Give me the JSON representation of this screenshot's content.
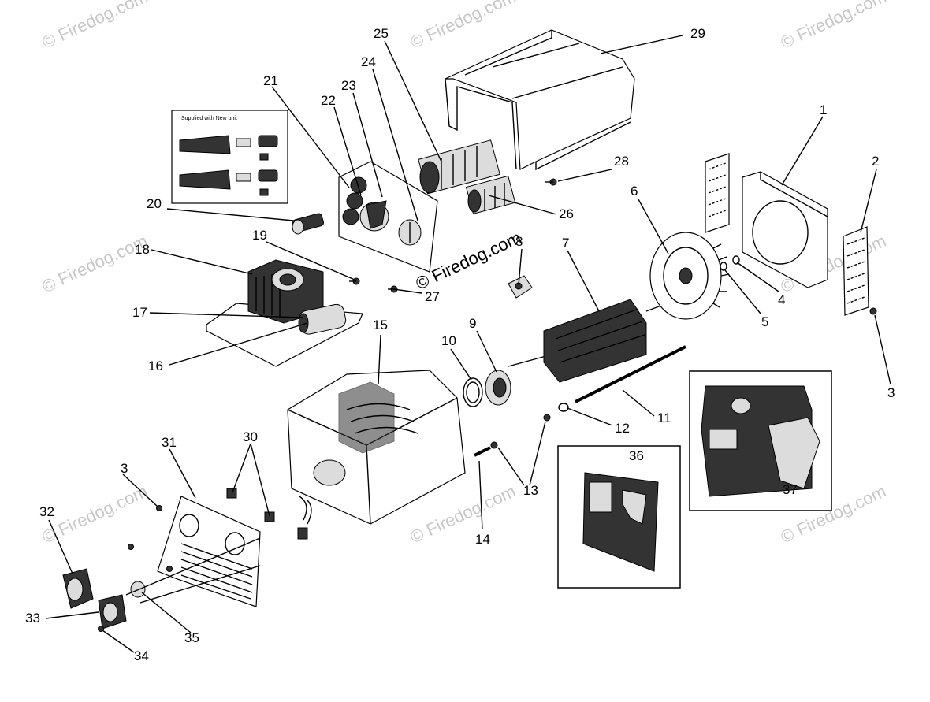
{
  "watermark": {
    "text": "© Firedog.com",
    "center_text": "© Firedog.com"
  },
  "supplied_box": {
    "title": "Supplied with New unit"
  },
  "callouts": [
    {
      "id": "c1",
      "label": "1"
    },
    {
      "id": "c2",
      "label": "2"
    },
    {
      "id": "c3a",
      "label": "3"
    },
    {
      "id": "c3b",
      "label": "3"
    },
    {
      "id": "c4",
      "label": "4"
    },
    {
      "id": "c5",
      "label": "5"
    },
    {
      "id": "c6",
      "label": "6"
    },
    {
      "id": "c7",
      "label": "7"
    },
    {
      "id": "c8",
      "label": "8"
    },
    {
      "id": "c9",
      "label": "9"
    },
    {
      "id": "c10",
      "label": "10"
    },
    {
      "id": "c11",
      "label": "11"
    },
    {
      "id": "c12",
      "label": "12"
    },
    {
      "id": "c13",
      "label": "13"
    },
    {
      "id": "c14",
      "label": "14"
    },
    {
      "id": "c15",
      "label": "15"
    },
    {
      "id": "c16",
      "label": "16"
    },
    {
      "id": "c17",
      "label": "17"
    },
    {
      "id": "c18",
      "label": "18"
    },
    {
      "id": "c19",
      "label": "19"
    },
    {
      "id": "c20",
      "label": "20"
    },
    {
      "id": "c21",
      "label": "21"
    },
    {
      "id": "c22",
      "label": "22"
    },
    {
      "id": "c23",
      "label": "23"
    },
    {
      "id": "c24",
      "label": "24"
    },
    {
      "id": "c25",
      "label": "25"
    },
    {
      "id": "c26",
      "label": "26"
    },
    {
      "id": "c27",
      "label": "27"
    },
    {
      "id": "c28",
      "label": "28"
    },
    {
      "id": "c29",
      "label": "29"
    },
    {
      "id": "c30",
      "label": "30"
    },
    {
      "id": "c31",
      "label": "31"
    },
    {
      "id": "c32",
      "label": "32"
    },
    {
      "id": "c33",
      "label": "33"
    },
    {
      "id": "c34",
      "label": "34"
    },
    {
      "id": "c35",
      "label": "35"
    },
    {
      "id": "c36",
      "label": "36"
    },
    {
      "id": "c37",
      "label": "37"
    }
  ]
}
